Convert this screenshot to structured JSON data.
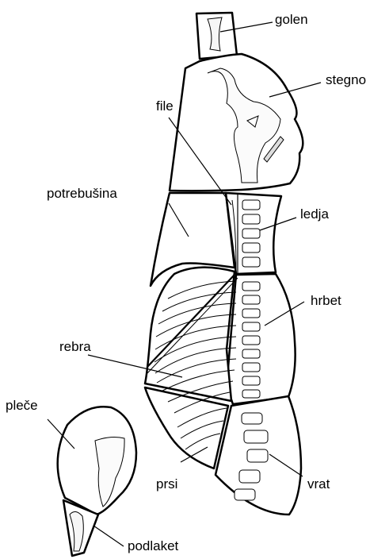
{
  "diagram": {
    "type": "pork carcass cut diagram",
    "labels": {
      "golen": "golen",
      "stegno": "stegno",
      "file": "file",
      "potrebusina": "potrebušina",
      "ledja": "ledja",
      "hrbet": "hrbet",
      "rebra": "rebra",
      "pleće": "pleče",
      "prsi": "prsi",
      "vrat": "vrat",
      "podlaket": "podlaket"
    },
    "colors": {
      "stroke": "#000000",
      "fill": "#ffffff",
      "bone": "#f4f4f4"
    }
  }
}
